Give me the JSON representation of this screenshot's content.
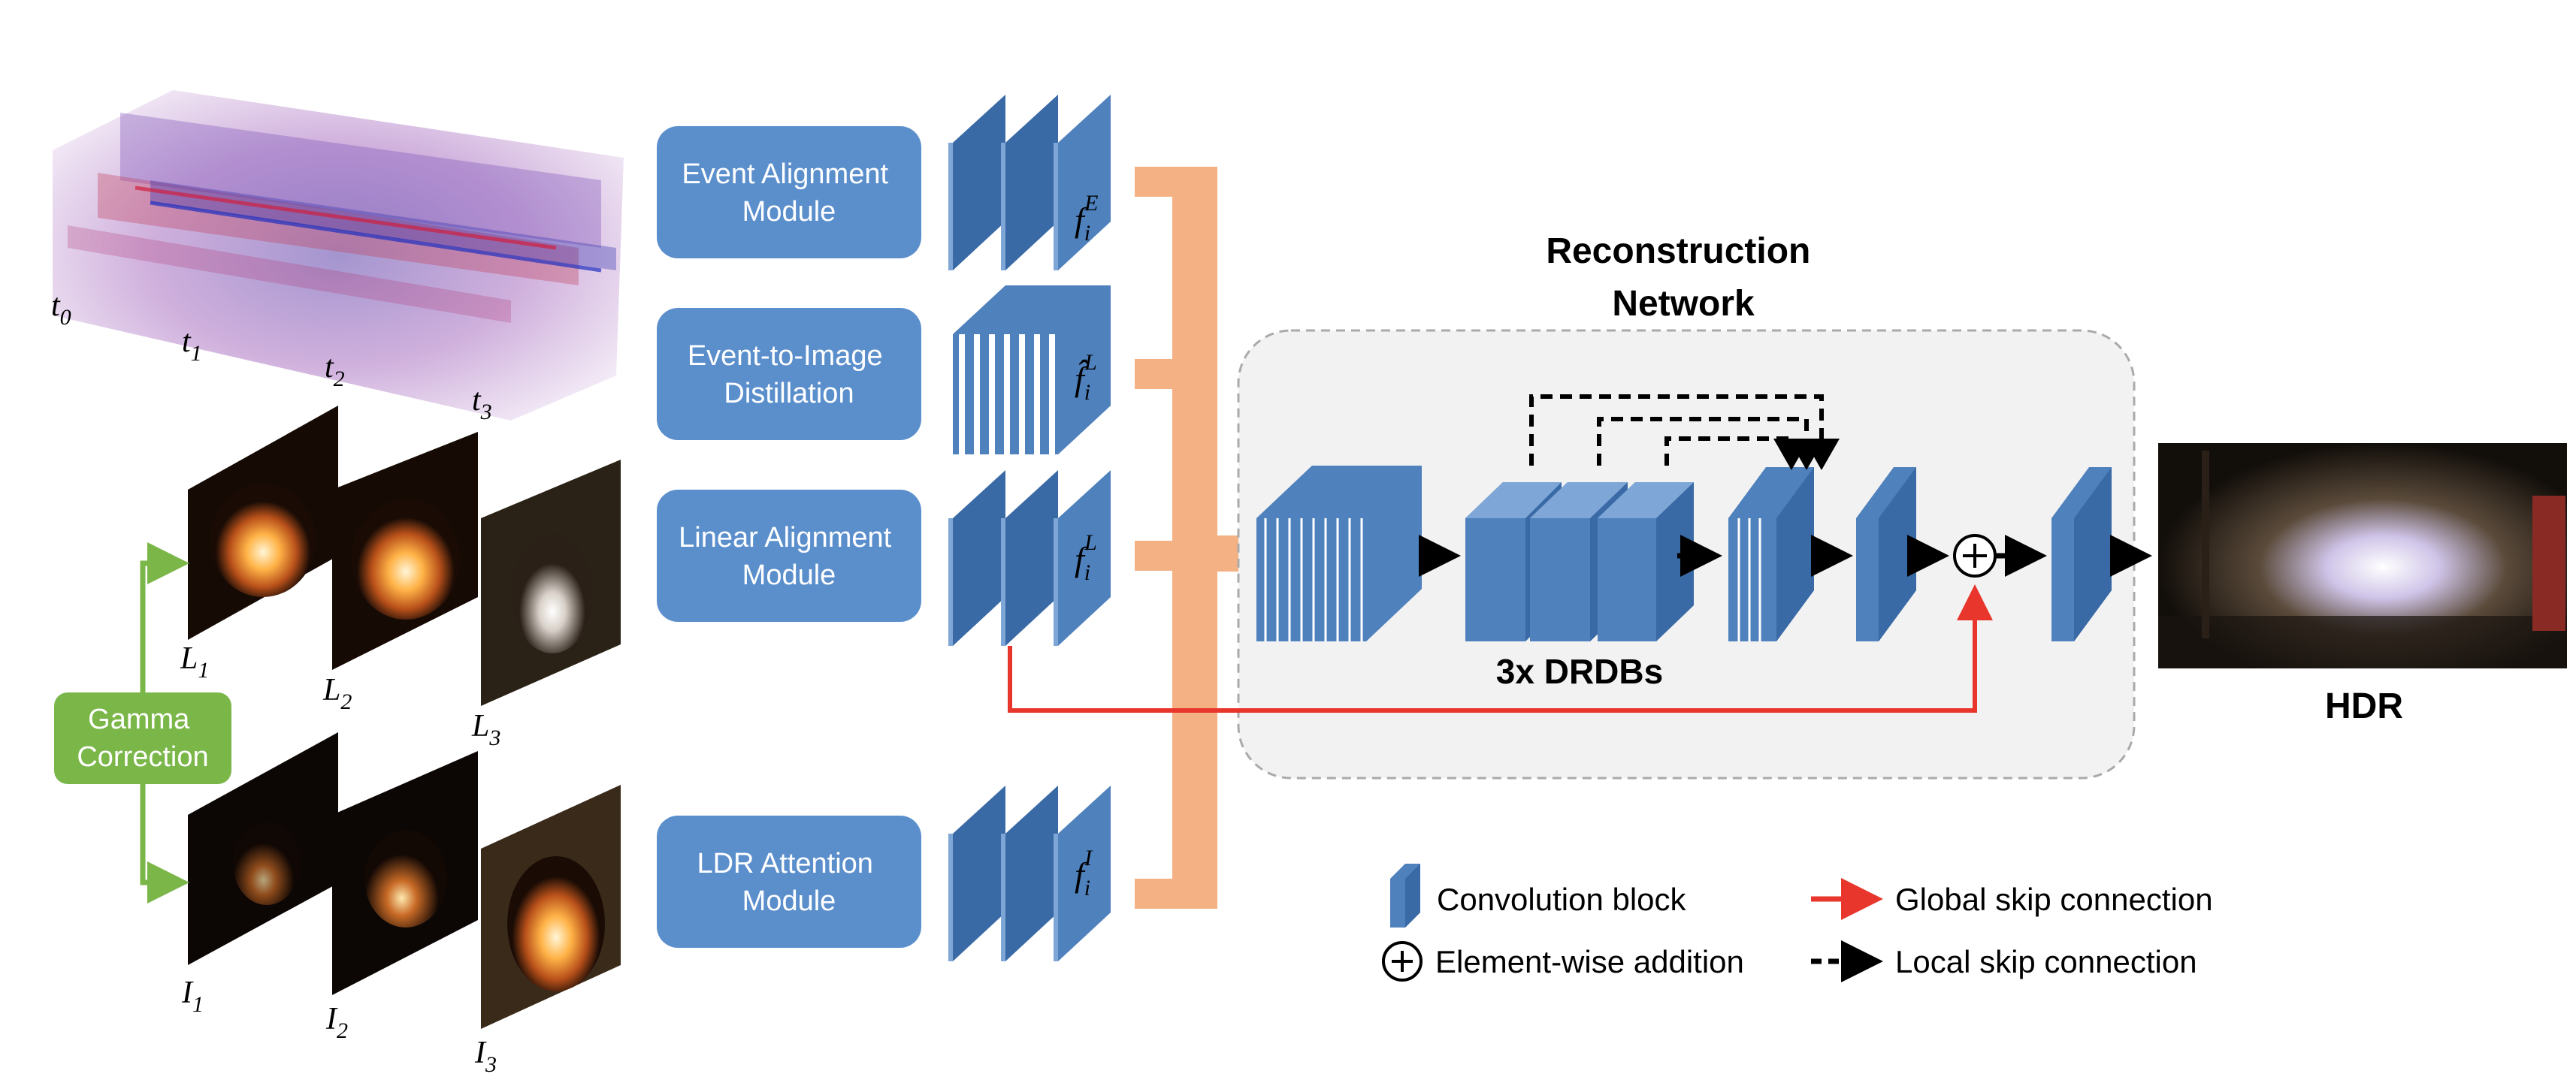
{
  "modules": {
    "event_alignment": [
      "Event Alignment",
      "Module"
    ],
    "event_to_image": [
      "Event-to-Image",
      "Distillation"
    ],
    "linear_alignment": [
      "Linear Alignment",
      "Module"
    ],
    "ldr_attention": [
      "LDR Attention",
      "Module"
    ],
    "gamma_correction": [
      "Gamma",
      "Correction"
    ]
  },
  "features": {
    "fE": {
      "base": "f",
      "sub": "i",
      "sup": "E"
    },
    "fL_hat": {
      "base": "f̂",
      "sub": "i",
      "sup": "L"
    },
    "fL": {
      "base": "f",
      "sub": "i",
      "sup": "L"
    },
    "fI": {
      "base": "f",
      "sub": "i",
      "sup": "I"
    }
  },
  "event_labels": [
    {
      "base": "t",
      "sub": "0"
    },
    {
      "base": "t",
      "sub": "1"
    },
    {
      "base": "t",
      "sub": "2"
    },
    {
      "base": "t",
      "sub": "3"
    }
  ],
  "linear_frame_labels": [
    {
      "base": "L",
      "sub": "1"
    },
    {
      "base": "L",
      "sub": "2"
    },
    {
      "base": "L",
      "sub": "3"
    }
  ],
  "ldr_frame_labels": [
    {
      "base": "I",
      "sub": "1"
    },
    {
      "base": "I",
      "sub": "2"
    },
    {
      "base": "I",
      "sub": "3"
    }
  ],
  "reconstruction": {
    "title_lines": [
      "Reconstruction",
      "Network"
    ],
    "drdb_label": "3x DRDBs"
  },
  "output_label": "HDR",
  "legend": {
    "conv_block": "Convolution block",
    "element_wise": "Element-wise addition",
    "global_skip": "Global skip connection",
    "local_skip": "Local skip connection"
  },
  "colors": {
    "module_fill": "#5b8fcc",
    "block_face": "#4f81bd",
    "block_side": "#3a6aa6",
    "block_top": "#7ea6d6",
    "gamma_fill": "#7ab648",
    "connector": "#f4b183",
    "global_skip": "#e8362c",
    "recon_bg": "#f2f2f2"
  }
}
